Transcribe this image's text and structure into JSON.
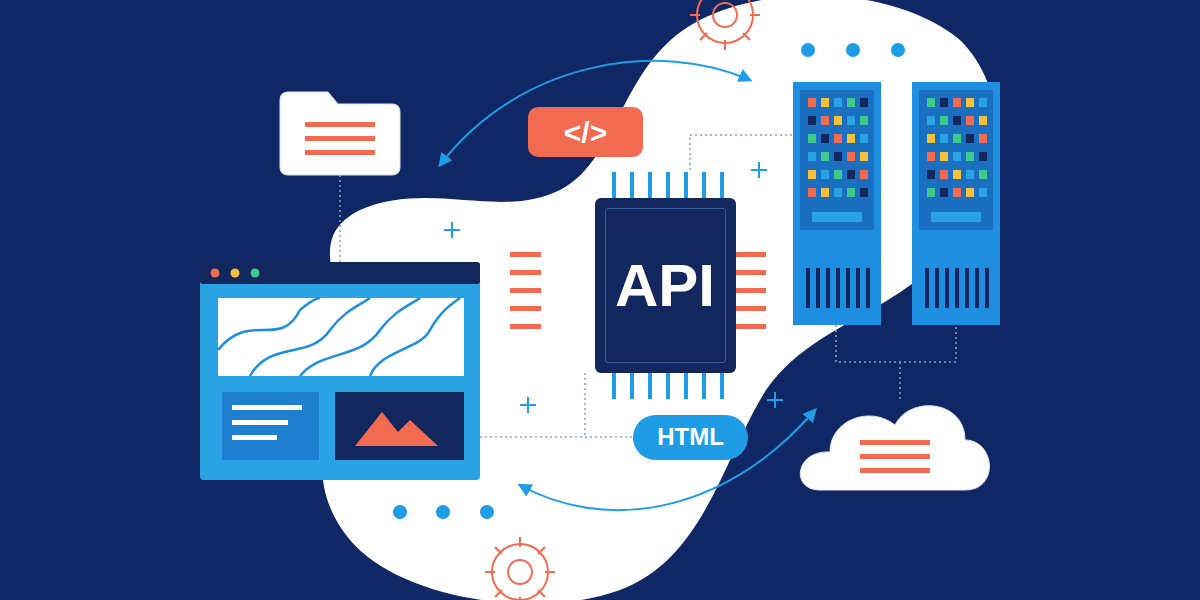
{
  "diagram": {
    "nodes": [
      {
        "text": [
          "</>"
        ]
      },
      {
        "text": [
          "API"
        ]
      },
      {
        "text": [
          "HTML"
        ]
      }
    ]
  }
}
